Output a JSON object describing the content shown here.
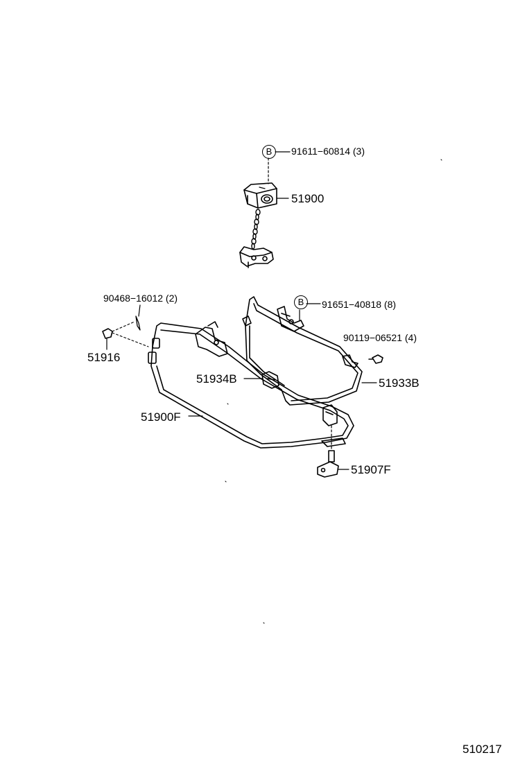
{
  "badge_letter": "B",
  "parts": {
    "bolt_top": "91611−60814 (3)",
    "hanger": "51900",
    "clip_left": "90468−16012 (2)",
    "bolt_right": "91651−40818 (8)",
    "screw_right": "90119−06521 (4)",
    "pin_left": "51916",
    "carrier_front": "51900F",
    "bracket_left": "51934B",
    "bracket_right": "51933B",
    "support_bottom": "51907F"
  },
  "sheet_number": "510217"
}
